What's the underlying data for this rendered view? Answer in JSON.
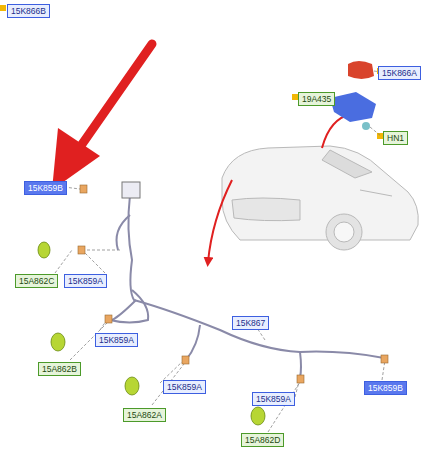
{
  "diagram": {
    "nodes": [
      {
        "text": [
          "15K866B"
        ]
      },
      {
        "text": [
          "15K866A"
        ]
      },
      {
        "text": [
          "19A435"
        ]
      },
      {
        "text": [
          "HN1"
        ]
      },
      {
        "text": [
          "15K859B"
        ]
      },
      {
        "text": [
          "15A862C"
        ]
      },
      {
        "text": [
          "15K859A"
        ]
      },
      {
        "text": [
          "15K867"
        ]
      },
      {
        "text": [
          "15K859A"
        ]
      },
      {
        "text": [
          "15A862B"
        ]
      },
      {
        "text": [
          "15K859A"
        ]
      },
      {
        "text": [
          "15K859B"
        ]
      },
      {
        "text": [
          "15K859A"
        ]
      },
      {
        "text": [
          "15A862A"
        ]
      },
      {
        "text": [
          "15A862D"
        ]
      }
    ]
  }
}
